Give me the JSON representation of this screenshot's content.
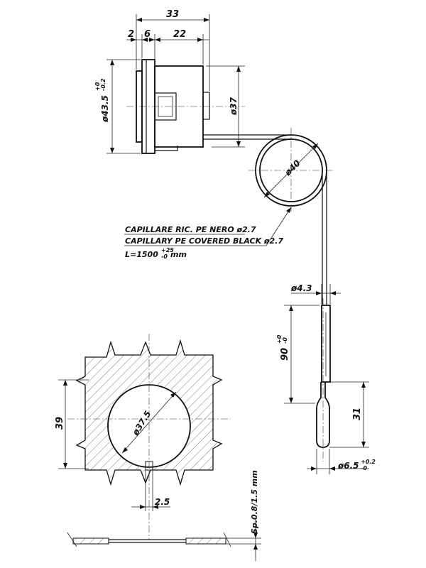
{
  "dimensions": {
    "overall_length": "33",
    "flange": "2",
    "step": "6",
    "body_length": "22",
    "front_diameter": "ø43.5",
    "front_diameter_tol_upper": "+0",
    "front_diameter_tol_lower": "-0.2",
    "body_diameter": "ø37",
    "coil_diameter": "ø40",
    "capillary_diameter": "ø4.3",
    "bulb_length": "90",
    "bulb_tol_upper": "+0",
    "bulb_tol_lower": "-0",
    "probe_length": "31",
    "probe_diameter": "ø6.5",
    "probe_tol_upper": "+0.2",
    "probe_tol_lower": "-0",
    "cutout_height": "39",
    "cutout_diameter": "ø37.5",
    "key_width": "2.5",
    "panel_thickness": "Sp.0.8/1.5 mm"
  },
  "notes": {
    "line1": "CAPILLARE RIC. PE NERO ø2.7",
    "line2": "CAPILLARY PE COVERED BLACK ø2.7",
    "line3_prefix": "L=1500",
    "line3_tol_upper": "+25",
    "line3_tol_lower": "-0",
    "line3_unit": "mm"
  }
}
